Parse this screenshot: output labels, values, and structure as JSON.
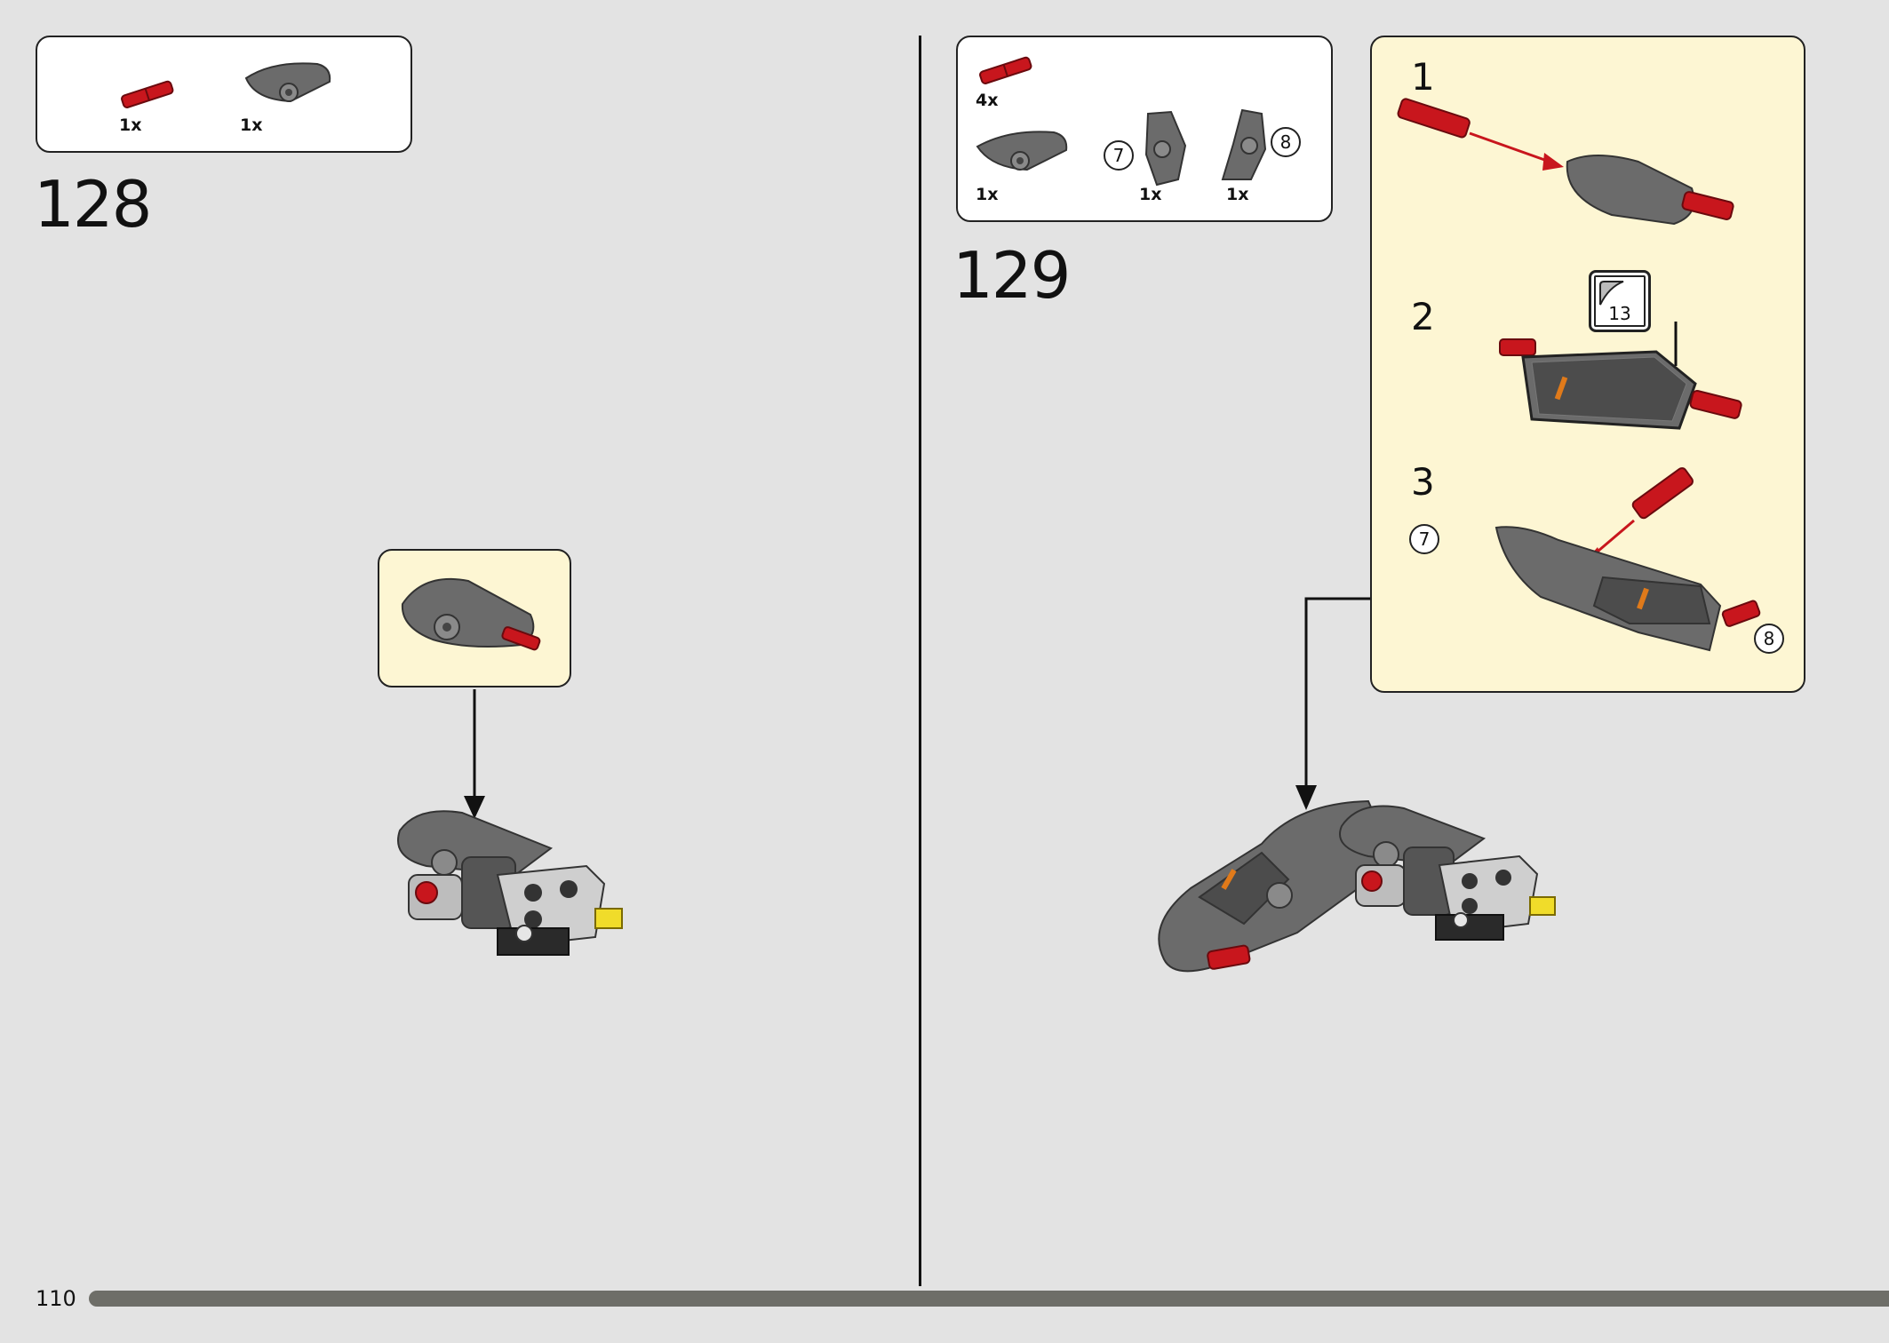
{
  "page": {
    "number": "110",
    "colors": {
      "background": "#e3e3e3",
      "callout": "#fdf6d3",
      "progress": "#6e6e68",
      "accent_red": "#c8161d",
      "part_grey": "#6b6b6b"
    }
  },
  "step128": {
    "number": "128",
    "parts": [
      {
        "icon": "red-axle-connector-icon",
        "qty": "1x"
      },
      {
        "icon": "grey-panel-icon",
        "qty": "1x"
      }
    ]
  },
  "step129": {
    "number": "129",
    "parts": [
      {
        "icon": "red-axle-connector-icon",
        "qty": "4x"
      },
      {
        "icon": "grey-panel-icon",
        "qty": "1x"
      },
      {
        "icon": "grey-panel-left-icon",
        "qty": "1x",
        "ref": "7"
      },
      {
        "icon": "grey-panel-right-icon",
        "qty": "1x",
        "ref": "8"
      }
    ],
    "substeps": [
      {
        "number": "1"
      },
      {
        "number": "2",
        "sticker": "13"
      },
      {
        "number": "3",
        "refs": [
          "7",
          "8"
        ]
      }
    ]
  }
}
